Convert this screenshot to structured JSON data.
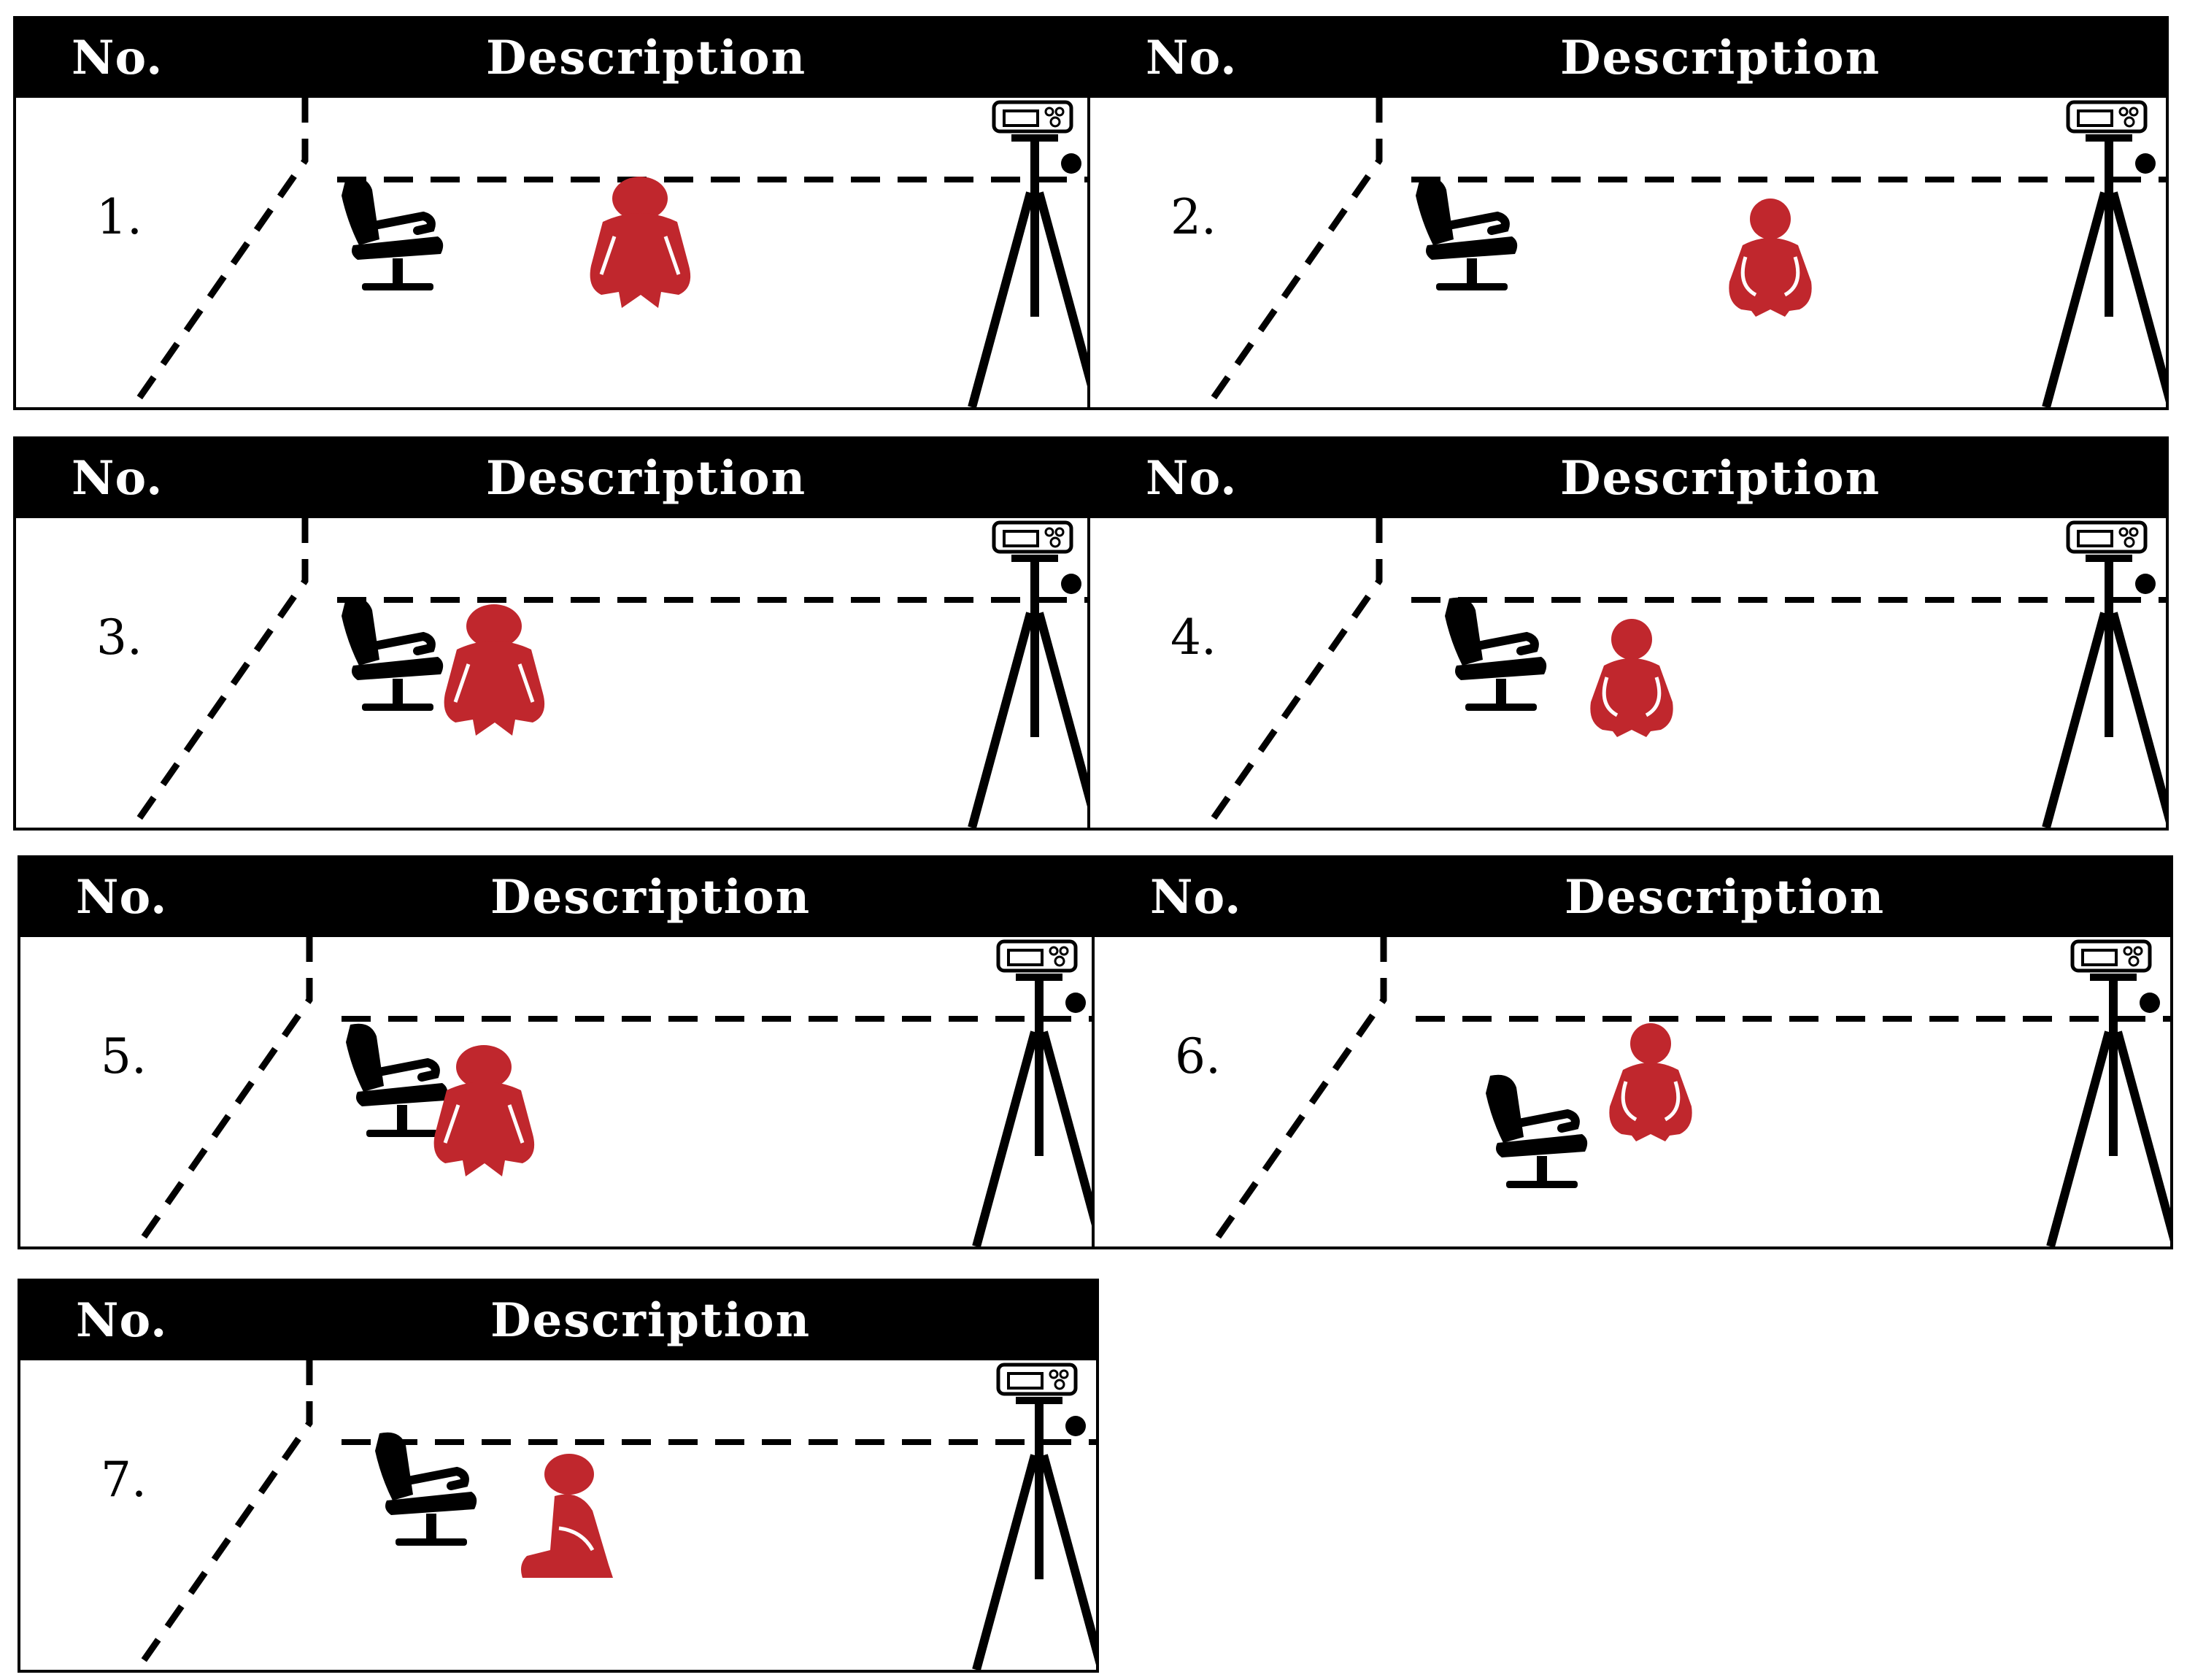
{
  "header": {
    "no_label": "No.",
    "description_label": "Description"
  },
  "panels": [
    {
      "number": "1.",
      "chair": [
        300,
        30
      ],
      "person": [
        560,
        30
      ],
      "pose": "squat"
    },
    {
      "number": "2.",
      "chair": [
        300,
        30
      ],
      "person": [
        640,
        60
      ],
      "pose": "sit"
    },
    {
      "number": "3.",
      "chair": [
        300,
        30
      ],
      "person": [
        360,
        40
      ],
      "pose": "squat"
    },
    {
      "number": "4.",
      "chair": [
        340,
        30
      ],
      "person": [
        450,
        60
      ],
      "pose": "sit"
    },
    {
      "number": "5.",
      "chair": [
        300,
        40
      ],
      "person": [
        340,
        70
      ],
      "pose": "squat"
    },
    {
      "number": "6.",
      "chair": [
        390,
        110
      ],
      "person": [
        470,
        40
      ],
      "pose": "sit"
    },
    {
      "number": "7.",
      "chair": [
        340,
        20
      ],
      "person": [
        460,
        50
      ],
      "pose": "hug"
    }
  ],
  "colors": {
    "figure": "#c0272d",
    "ink": "#000000"
  },
  "icons": [
    "chair-icon",
    "person-icon",
    "tripod-icon",
    "camera-icon"
  ]
}
